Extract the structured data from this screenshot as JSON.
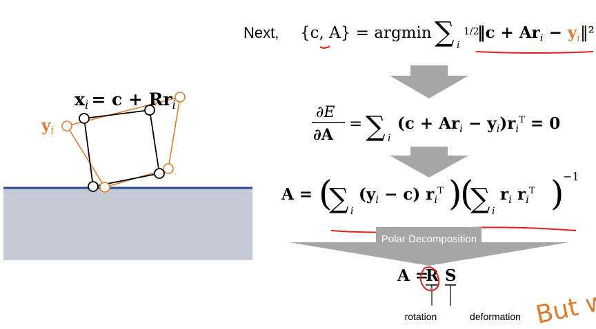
{
  "left_diagram": {
    "label_x": "x",
    "label_x_sub": "i",
    "label_x_rhs": "= c + R",
    "label_r": "r",
    "label_r_sub": "i",
    "label_y": "y",
    "label_y_sub": "i",
    "colors": {
      "ground": "#c4cad5",
      "ground_line": "#2d4a8c",
      "orange": "#e07b2c",
      "black": "#000000"
    }
  },
  "math": {
    "next_label": "Next,",
    "eq1_lhs": "{c, A} = argmin",
    "eq1_sum_sub": "i",
    "eq1_half": "1/2",
    "eq1_body": "‖c + Ar",
    "eq1_sub_i": "i",
    "eq1_minus": " − ",
    "eq1_y": "y",
    "eq1_y_sub": "i",
    "eq1_tail": "‖²",
    "eq2_num": "∂E",
    "eq2_den": "∂A",
    "eq2_rhs": "(c + Ar",
    "eq2_rhs2": " − y",
    "eq2_rhs3": ")r",
    "eq2_rhs4": " = 0",
    "eq3_lhs": "A =",
    "eq3_part1": "(y",
    "eq3_part1b": " − c)  r",
    "eq3_part2": "r",
    "eq3_part2b": "  r",
    "eq3_exp": "−1",
    "polar_label": "Polar Decomposition",
    "eq4_lhs": "A =",
    "eq4_R": "R",
    "eq4_S": "S",
    "label_rotation": "rotation",
    "label_deformation": "deformation",
    "handwritten": "But w",
    "colors": {
      "arrow": "#a6a6a6",
      "red": "#e0201b",
      "orange": "#e07b2c"
    }
  }
}
